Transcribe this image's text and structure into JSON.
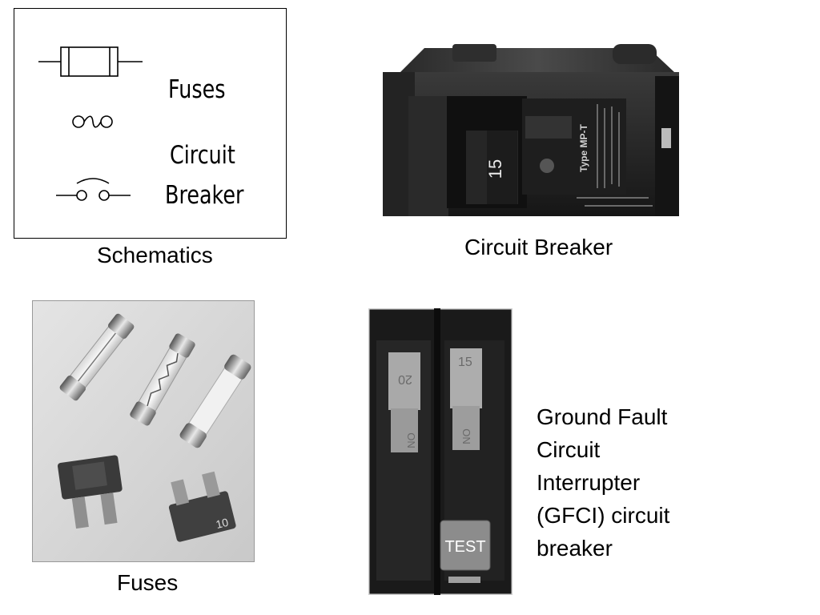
{
  "schematics": {
    "fuses_label": "Fuses",
    "breaker_label_line1": "Circuit",
    "breaker_label_line2": "Breaker",
    "caption": "Schematics"
  },
  "breaker_photo": {
    "caption": "Circuit Breaker",
    "handle_number": "15",
    "label_text": "Type MP-T"
  },
  "fuses_photo": {
    "caption": "Fuses",
    "blade_fuse_rating": "10"
  },
  "gfci_photo": {
    "left_handle_number": "20",
    "right_handle_number": "15",
    "left_on_label": "ON",
    "right_on_label": "ON",
    "test_button_label": "TEST",
    "description_lines": [
      "Ground Fault",
      "Circuit",
      "Interrupter",
      "(GFCI) circuit",
      "breaker"
    ]
  },
  "colors": {
    "text": "#000000",
    "background": "#ffffff",
    "panel_border": "#000000"
  }
}
